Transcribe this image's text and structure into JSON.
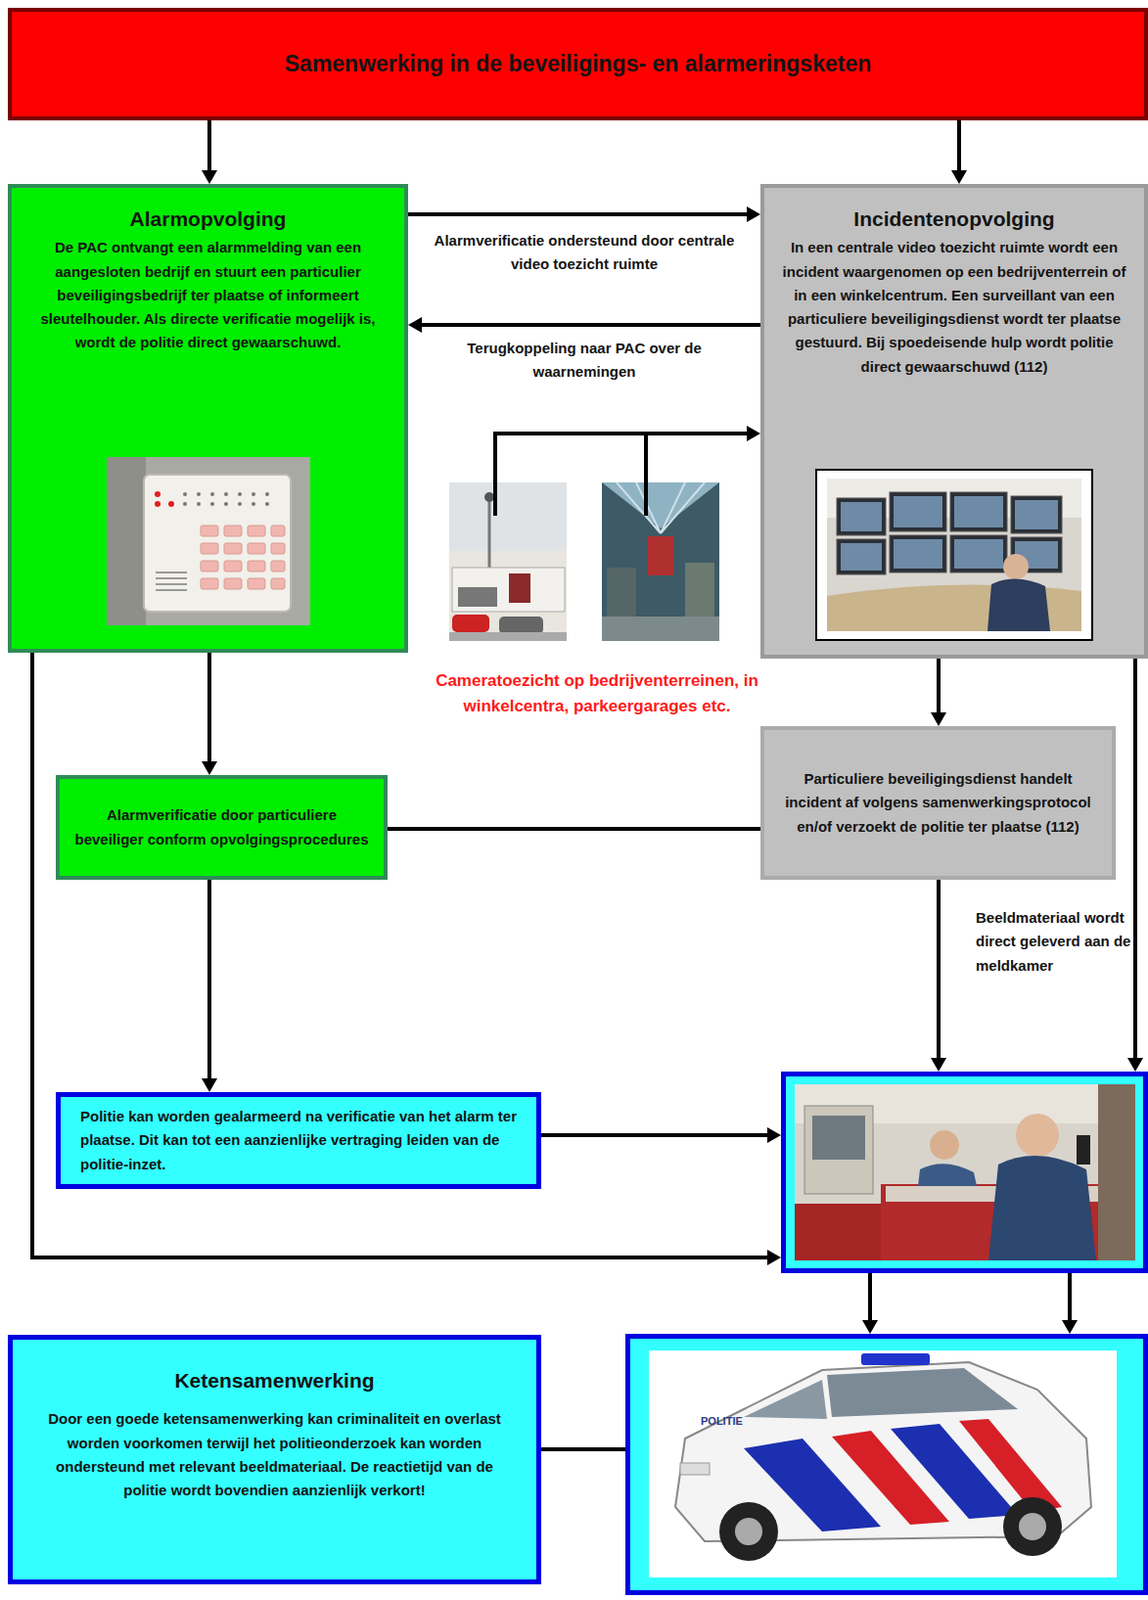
{
  "diagram": {
    "nodes": [
      {
        "text": [
          "Samenwerking in de beveiligings- en alarmeringsketen"
        ]
      },
      {
        "text": [
          "Alarmopvolging",
          "De PAC ontvangt een alarmmelding van een aangesloten bedrijf en stuurt een particulier beveiligingsbedrijf ter plaatse of informeert sleutelhouder. Als directe verificatie mogelijk is, wordt de politie direct gewaarschuwd."
        ]
      },
      {
        "text": [
          "Incidentenopvolging",
          "In een centrale video toezicht ruimte wordt een incident waargenomen op een bedrijventerrein of in een winkelcentrum. Een surveillant van een particuliere beveiligingsdienst wordt ter plaatse gestuurd. Bij spoedeisende hulp wordt politie direct gewaarschuwd (112)"
        ]
      },
      {
        "text": [
          "Alarmverificatie door particuliere beveiliger conform opvolgingsprocedures"
        ]
      },
      {
        "text": [
          "Particuliere beveiligingsdienst handelt incident af volgens samenwerkingsprotocol en/of verzoekt de politie ter plaatse (112)"
        ]
      },
      {
        "text": [
          "Politie kan worden gealarmeerd na verificatie van het alarm ter plaatse. Dit kan tot een aanzienlijke vertraging leiden van de politie-inzet."
        ]
      },
      {
        "text": [
          "Ketensamenwerking",
          "Door een goede ketensamenwerking kan criminaliteit en overlast worden voorkomen terwijl het politieonderzoek kan worden ondersteund met relevant beeldmateriaal. De reactietijd van de politie wordt bovendien aanzienlijk verkort!"
        ]
      }
    ],
    "edges": [
      {
        "from": 0,
        "to": 1,
        "arrow": "to"
      },
      {
        "from": 0,
        "to": 2,
        "arrow": "to"
      },
      {
        "from": 1,
        "to": 2,
        "label": "Alarmverificatie ondersteund door centrale video toezicht ruimte",
        "arrow": "to"
      },
      {
        "from": 2,
        "to": 1,
        "label": "Terugkoppeling naar PAC over de waarnemingen",
        "arrow": "to"
      },
      {
        "from": 1,
        "to": 3,
        "arrow": "to"
      },
      {
        "from": 2,
        "to": 4,
        "arrow": "to"
      },
      {
        "from": 3,
        "to": 4,
        "arrow": "none"
      },
      {
        "from": 3,
        "to": 5,
        "arrow": "to"
      }
    ],
    "labels": [
      "Cameratoezicht op bedrijventerreinen, in winkelcentra, parkeergarages etc.",
      "Beeldmateriaal wordt direct geleverd aan de meldkamer",
      "POLITIE"
    ]
  }
}
